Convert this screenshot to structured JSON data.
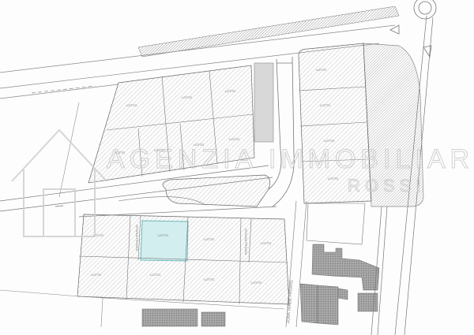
{
  "watermark": {
    "line1": "AGENZIA IMMOBILIARE",
    "line2": "ROSSI"
  },
  "plan": {
    "lot_label": "LOTTO",
    "private_road_label": "STRADA PRIVATA",
    "green_zone_label": "ZONA VERDE PRIVATO",
    "highlighted_lot_color": "#d3eeee",
    "hatch_color": "#b5b5b5",
    "building_color": "#9a9a9a"
  }
}
